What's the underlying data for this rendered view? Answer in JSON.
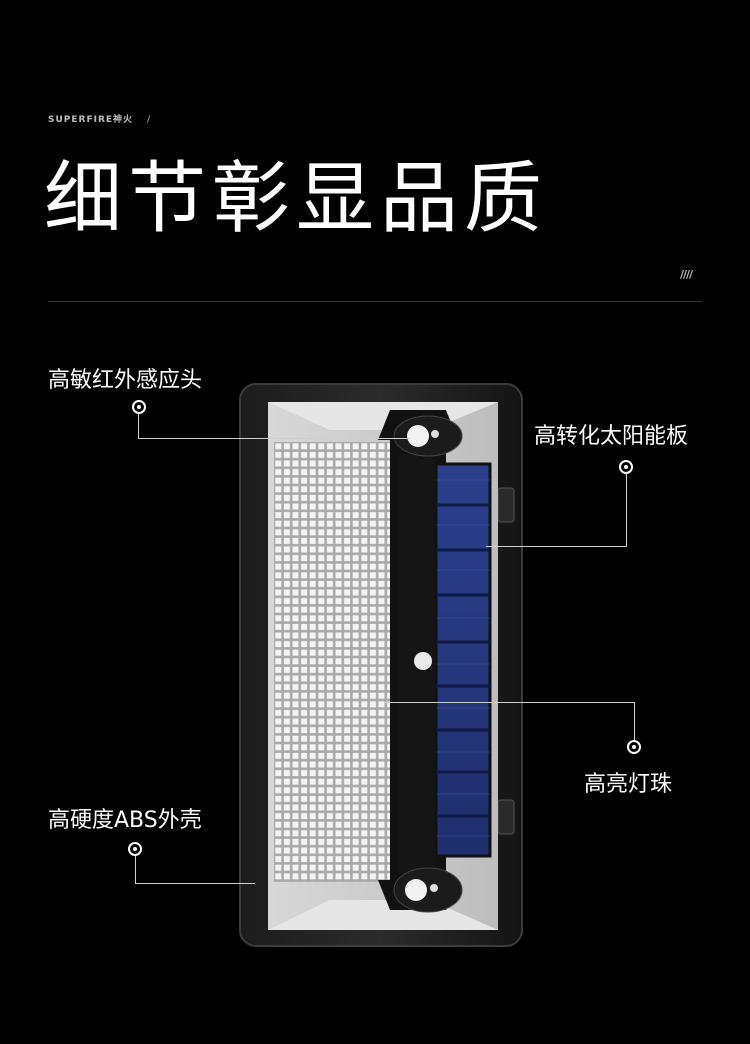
{
  "brand": "SUPERFIRE神火",
  "brand_sep": "/",
  "title": "细节彰显品质",
  "deco_marks": "////",
  "callouts": {
    "sensor": "高敏红外感应头",
    "solar": "高转化太阳能板",
    "led": "高亮灯珠",
    "shell": "高硬度ABS外壳"
  }
}
